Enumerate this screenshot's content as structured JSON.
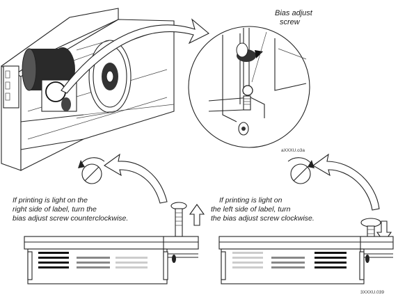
{
  "callout": {
    "label_line1": "Bias adjust",
    "label_line2": "screw"
  },
  "codes": {
    "top": "aXXXU.o3a",
    "bottom": "3XXXU.039"
  },
  "left_instruction": {
    "line1": "If printing is light on the",
    "line2": "right side of label, turn the",
    "line3": "bias adjust screw counterclockwise.",
    "rotation": "counterclockwise",
    "screw_direction": "up"
  },
  "right_instruction": {
    "line1": "If printing is light on",
    "line2": "the left side of label, turn",
    "line3": "the bias adjust screw clockwise.",
    "rotation": "clockwise",
    "screw_direction": "down"
  },
  "colors": {
    "line": "#222222",
    "dark_print": "#111111",
    "medium_print": "#888888",
    "light_print": "#cccccc"
  }
}
